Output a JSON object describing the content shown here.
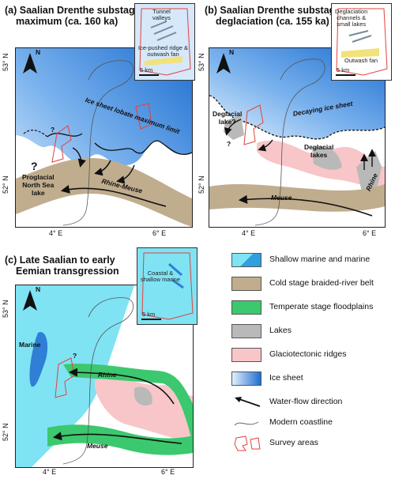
{
  "panels": {
    "a": {
      "title_line1": "(a) Saalian Drenthe substage",
      "title_line2": "maximum (ca. 160 ka)",
      "labels": {
        "ice_limit": "Ice sheet lobate maximum limit",
        "lake_q": "?",
        "lake_line1": "Proglacial",
        "lake_line2": "North Sea",
        "lake_line3": "lake",
        "river": "Rhine-Meuse",
        "q_small": "?"
      },
      "inset": {
        "label1_line1": "Tunnel",
        "label1_line2": "valleys",
        "label2_line1": "Ice-pushed ridge &",
        "label2_line2": "outwash fan",
        "scale": "5 km"
      },
      "ticks": {
        "lat1": "53° N",
        "lat2": "52° N",
        "lon1": "4° E",
        "lon2": "6° E"
      }
    },
    "b": {
      "title_line1": "(b) Saalian Drenthe substage",
      "title_line2": "deglaciation (ca. 155 ka)",
      "labels": {
        "ice": "Decaying ice sheet",
        "lake_line1": "Deglacial",
        "lake_line2": "lake?",
        "lakes_line1": "Deglacial",
        "lakes_line2": "lakes",
        "meuse": "Meuse",
        "rhine": "Rhine",
        "q": "?"
      },
      "inset": {
        "label1_line1": "Deglaciation",
        "label1_line2": "channels &",
        "label1_line3": "small lakes",
        "label2": "Outwash fan",
        "scale": "5 km"
      },
      "ticks": {
        "lat1": "53° N",
        "lat2": "52° N",
        "lon1": "4° E",
        "lon2": "6° E"
      }
    },
    "c": {
      "title_line1": "(c) Late Saalian to early",
      "title_line2": "Eemian transgression",
      "labels": {
        "marine": "Marine",
        "rhine": "Rhine",
        "meuse": "Meuse",
        "q": "?"
      },
      "inset": {
        "label1_line1": "Coastal &",
        "label1_line2": "shallow marine",
        "scale": "5 km"
      },
      "ticks": {
        "lat1": "53° N",
        "lat2": "52° N",
        "lon1": "4° E",
        "lon2": "6° E"
      }
    }
  },
  "north_label": "N",
  "legend": [
    {
      "key": "shallow_marine",
      "label": "Shallow marine and marine",
      "color": "#38bfe8"
    },
    {
      "key": "braided",
      "label": "Cold stage braided-river belt",
      "color": "#c0ad8e"
    },
    {
      "key": "floodplains",
      "label": "Temperate stage floodplains",
      "color": "#3cc86e"
    },
    {
      "key": "lakes",
      "label": "Lakes",
      "color": "#b9b9b9"
    },
    {
      "key": "ridges",
      "label": "Glaciotectonic ridges",
      "color": "#f8c6c8"
    },
    {
      "key": "ice",
      "label": "Ice sheet",
      "color": "#2f7fd6"
    },
    {
      "key": "flow",
      "label": "Water-flow direction"
    },
    {
      "key": "coast",
      "label": "Modern coastline"
    },
    {
      "key": "survey",
      "label": "Survey areas",
      "color": "#e0433d"
    }
  ]
}
